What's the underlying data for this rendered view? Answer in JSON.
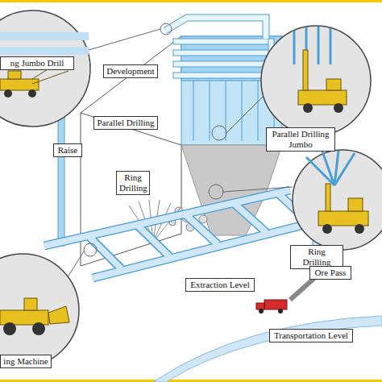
{
  "diagram": {
    "nodes": [
      {
        "text": [
          "ng Jumbo Drill"
        ]
      },
      {
        "text": [
          "Development"
        ]
      },
      {
        "text": [
          "Parallel Drilling"
        ]
      },
      {
        "text": [
          "Parallel Drilling Jumbo"
        ]
      },
      {
        "text": [
          "Raise"
        ]
      },
      {
        "text": [
          "Ring Drilling"
        ]
      },
      {
        "text": [
          "Ring Drilling"
        ]
      },
      {
        "text": [
          "Ore Pass"
        ]
      },
      {
        "text": [
          "Extraction Level"
        ]
      },
      {
        "text": [
          "ing Machine"
        ]
      },
      {
        "text": [
          "Transportation Level"
        ]
      }
    ]
  }
}
